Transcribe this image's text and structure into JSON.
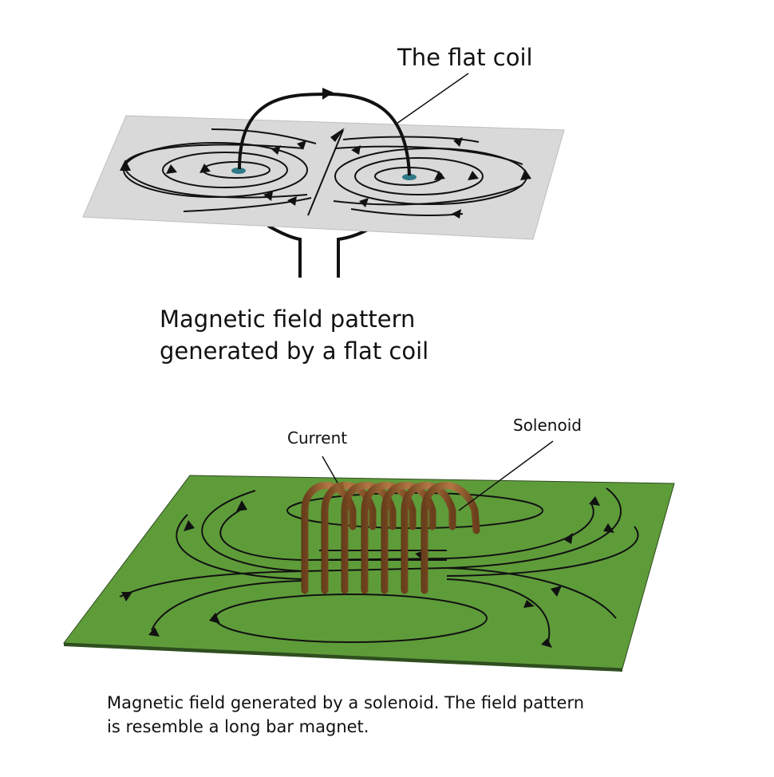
{
  "flat_coil": {
    "label": "The flat coil",
    "caption": [
      "Magnetic field pattern",
      "generated by a flat coil"
    ],
    "plane_color": "#d9d9d9"
  },
  "solenoid": {
    "current_label": "Current",
    "solenoid_label": "Solenoid",
    "caption": [
      "Magnetic field generated by a solenoid. The field pattern",
      "is resemble a long bar magnet."
    ],
    "plane_color": "#5e9c3a",
    "coil_color": "#8b5a2b",
    "turns": 7
  }
}
